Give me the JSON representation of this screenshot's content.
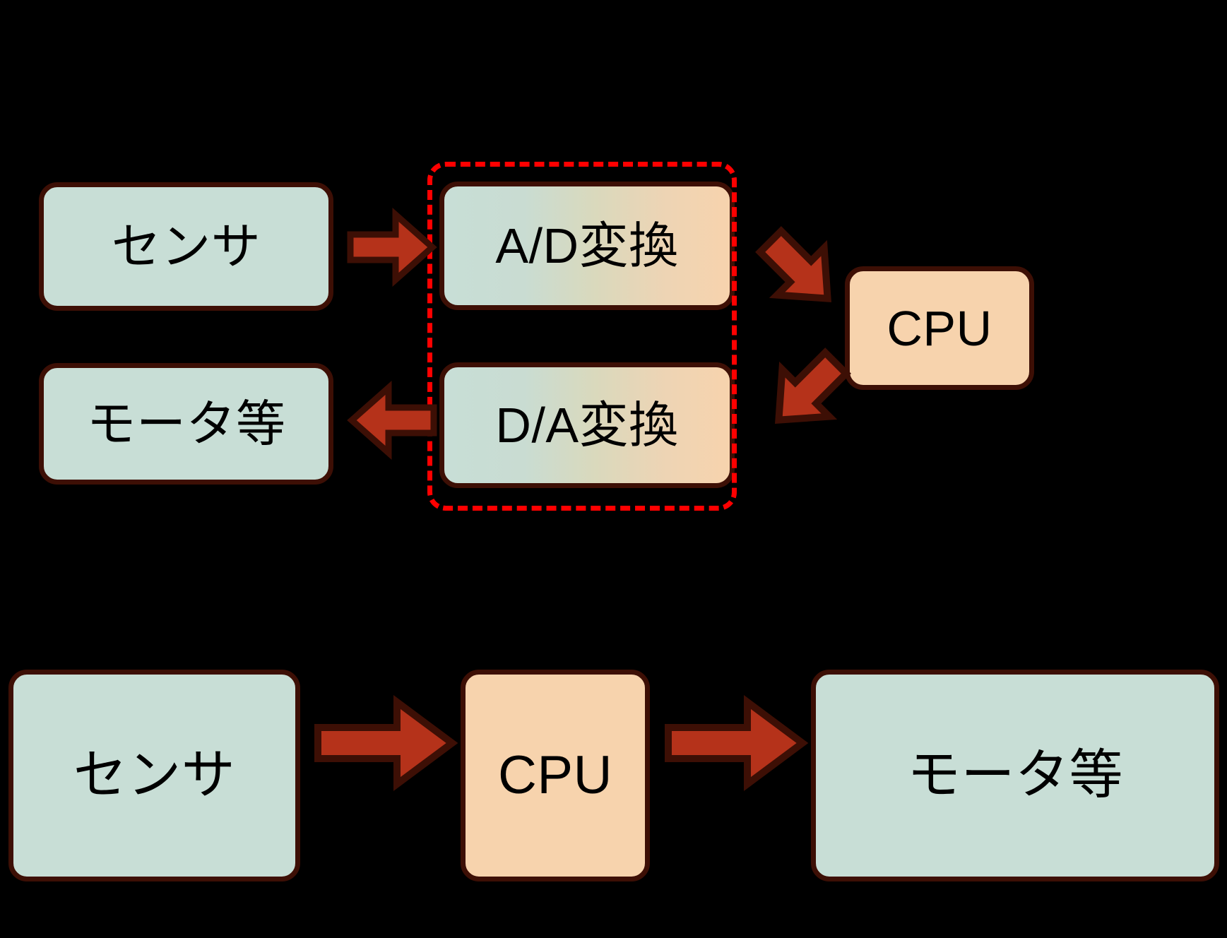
{
  "diagram": {
    "title": "sensor-cpu-actuator signal flow",
    "colors": {
      "background": "#000000",
      "box_border": "#3d0f05",
      "box_green": "#c8ded6",
      "box_peach": "#f7d3ad",
      "arrow_fill": "#b5321a",
      "arrow_stroke": "#3d0f05",
      "highlight_dashed": "#ff0000"
    },
    "top_section": {
      "nodes": [
        {
          "id": "sensor-top",
          "label": "センサ",
          "style": "green"
        },
        {
          "id": "motor-top",
          "label": "モータ等",
          "style": "green"
        },
        {
          "id": "ad-convert",
          "label": "A/D変換",
          "style": "gradient-green-to-peach"
        },
        {
          "id": "da-convert",
          "label": "D/A変換",
          "style": "gradient-green-to-peach"
        },
        {
          "id": "cpu-top",
          "label": "CPU",
          "style": "peach"
        }
      ],
      "highlight_group": {
        "members": [
          "A/D変換",
          "D/A変換"
        ],
        "border_style": "dashed",
        "border_color": "#ff0000"
      },
      "arrows": [
        {
          "id": "sensor-to-ad",
          "from": "センサ",
          "to": "A/D変換",
          "direction": "right"
        },
        {
          "id": "da-to-motor",
          "from": "D/A変換",
          "to": "モータ等",
          "direction": "left"
        },
        {
          "id": "ad-to-cpu",
          "from": "A/D変換",
          "to": "CPU",
          "direction": "down-right"
        },
        {
          "id": "cpu-to-da",
          "from": "CPU",
          "to": "D/A変換",
          "direction": "down-left"
        }
      ]
    },
    "bottom_section": {
      "nodes": [
        {
          "id": "sensor-bottom",
          "label": "センサ",
          "style": "green"
        },
        {
          "id": "cpu-bottom",
          "label": "CPU",
          "style": "peach"
        },
        {
          "id": "motor-bottom",
          "label": "モータ等",
          "style": "green"
        }
      ],
      "arrows": [
        {
          "id": "sensor-to-cpu-bottom",
          "from": "センサ",
          "to": "CPU",
          "direction": "right"
        },
        {
          "id": "cpu-to-motor-bottom",
          "from": "CPU",
          "to": "モータ等",
          "direction": "right"
        }
      ]
    }
  }
}
